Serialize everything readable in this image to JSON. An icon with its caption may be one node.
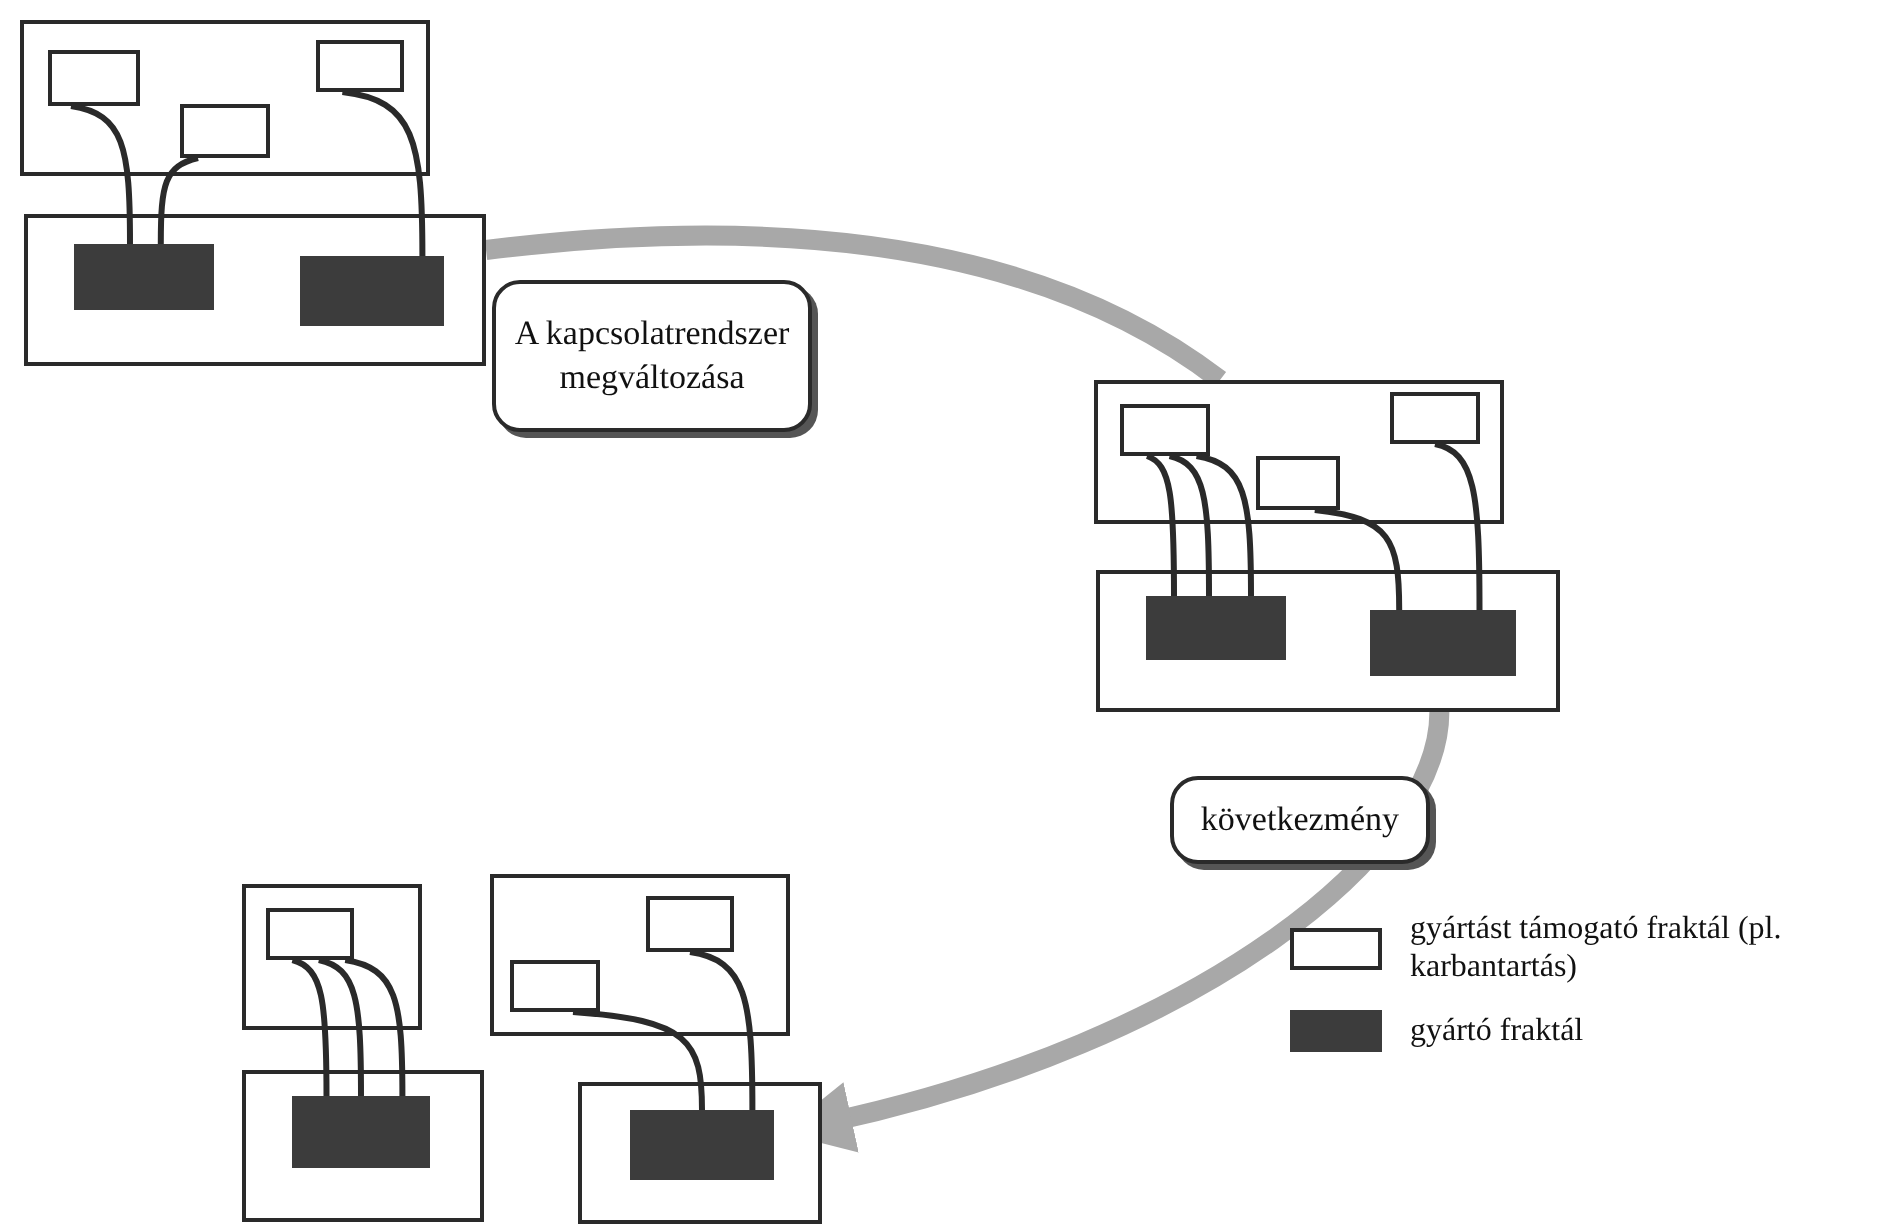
{
  "diagram": {
    "nodes": [
      {
        "text": [],
        "shape": "box"
      },
      {
        "text": [],
        "shape": "box",
        "in": 0
      },
      {
        "text": [],
        "shape": "box",
        "in": 0
      },
      {
        "text": [],
        "shape": "box",
        "in": 0
      },
      {
        "text": [],
        "shape": "box"
      },
      {
        "text": [],
        "shape": "box",
        "in": 4
      },
      {
        "text": [],
        "shape": "box",
        "in": 4
      },
      {
        "text": [],
        "shape": "box"
      },
      {
        "text": [],
        "shape": "box",
        "in": 7
      },
      {
        "text": [],
        "shape": "box",
        "in": 7
      },
      {
        "text": [],
        "shape": "box",
        "in": 7
      },
      {
        "text": [],
        "shape": "box"
      },
      {
        "text": [],
        "shape": "box",
        "in": 11
      },
      {
        "text": [],
        "shape": "box",
        "in": 11
      },
      {
        "text": [],
        "shape": "box"
      },
      {
        "text": [],
        "shape": "box",
        "in": 14
      },
      {
        "text": [],
        "shape": "box"
      },
      {
        "text": [],
        "shape": "box",
        "in": 16
      },
      {
        "text": [],
        "shape": "box",
        "in": 16
      },
      {
        "text": [],
        "shape": "box"
      },
      {
        "text": [],
        "shape": "box",
        "in": 19
      },
      {
        "text": [],
        "shape": "box"
      },
      {
        "text": [],
        "shape": "box",
        "in": 21
      }
    ],
    "edges": [
      {
        "from": 1,
        "to": 5,
        "arrow": "none"
      },
      {
        "from": 2,
        "to": 5,
        "arrow": "none"
      },
      {
        "from": 3,
        "to": 6,
        "arrow": "none"
      },
      {
        "from": 8,
        "to": 12,
        "arrow": "none"
      },
      {
        "from": 8,
        "to": 12,
        "arrow": "none"
      },
      {
        "from": 8,
        "to": 12,
        "arrow": "none"
      },
      {
        "from": 9,
        "to": 13,
        "arrow": "none"
      },
      {
        "from": 10,
        "to": 13,
        "arrow": "none"
      },
      {
        "from": 15,
        "to": 20,
        "arrow": "none"
      },
      {
        "from": 15,
        "to": 20,
        "arrow": "none"
      },
      {
        "from": 15,
        "to": 20,
        "arrow": "none"
      },
      {
        "from": 17,
        "to": 22,
        "arrow": "none"
      },
      {
        "from": 18,
        "to": 22,
        "arrow": "none"
      },
      {
        "from": 4,
        "to": 7,
        "arrow": "none",
        "label": "A kapcsolatrendszer megváltozása",
        "style": "thick",
        "color": "#a8a8a8"
      },
      {
        "from": 11,
        "to": 21,
        "arrow": "to",
        "label": "következmény",
        "style": "thick",
        "color": "#a8a8a8"
      }
    ],
    "legend": [
      {
        "text": "gyártást támogató fraktál (pl. karbantartás)",
        "color": "#ffffff"
      },
      {
        "text": "gyártó fraktál",
        "color": "#3c3c3c"
      }
    ]
  }
}
